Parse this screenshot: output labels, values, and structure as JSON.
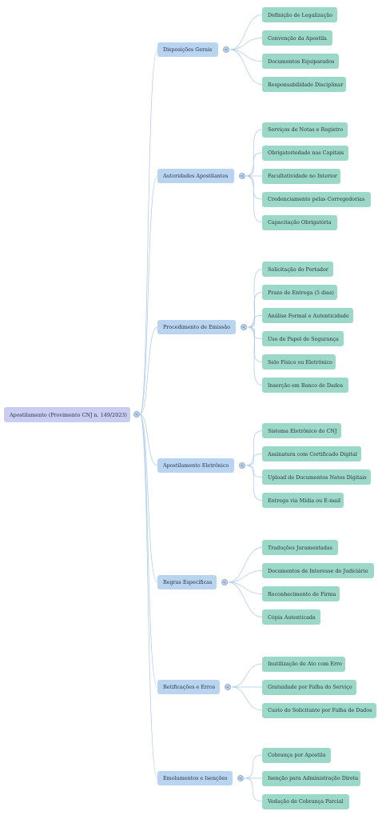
{
  "root": {
    "label": "Apostilamento (Provimento CNJ n. 149/2023)"
  },
  "toggle_glyph": "<",
  "colors": {
    "root": "#c9cdf2",
    "branch": "#b9d4f0",
    "leaf": "#9cd8c8",
    "link": "#a9c8ea"
  },
  "branches": [
    {
      "label": "Disposições Gerais",
      "children": [
        "Definição de Legalização",
        "Convenção da Apostila",
        "Documentos Equiparados",
        "Responsabilidade Disciplinar"
      ]
    },
    {
      "label": "Autoridades Apostilantes",
      "children": [
        "Serviços de Notas e Registro",
        "Obrigatoriedade nas Capitais",
        "Facultatividade no Interior",
        "Credenciamento pelas Corregedorias",
        "Capacitação Obrigatória"
      ]
    },
    {
      "label": "Procedimento de Emissão",
      "children": [
        "Solicitação do Portador",
        "Prazo de Entrega (5 dias)",
        "Análise Formal e Autenticidade",
        "Uso de Papel de Segurança",
        "Selo Físico ou Eletrônico",
        "Inserção em Banco de Dados"
      ]
    },
    {
      "label": "Apostilamento Eletrônico",
      "children": [
        "Sistema Eletrônico do CNJ",
        "Assinatura com Certificado Digital",
        "Upload de Documentos Natos Digitais",
        "Entrega via Mídia ou E-mail"
      ]
    },
    {
      "label": "Regras Específicas",
      "children": [
        "Traduções Juramentadas",
        "Documentos de Interesse do Judiciário",
        "Reconhecimento de Firma",
        "Cópia Autenticada"
      ]
    },
    {
      "label": "Retificações e Erros",
      "children": [
        "Inutilização de Ato com Erro",
        "Gratuidade por Falha do Serviço",
        "Custo do Solicitante por Falha de Dados"
      ]
    },
    {
      "label": "Emolumentos e Isenções",
      "children": [
        "Cobrança por Apostila",
        "Isenção para Administração Direta",
        "Vedação de Cobrança Parcial"
      ]
    }
  ]
}
